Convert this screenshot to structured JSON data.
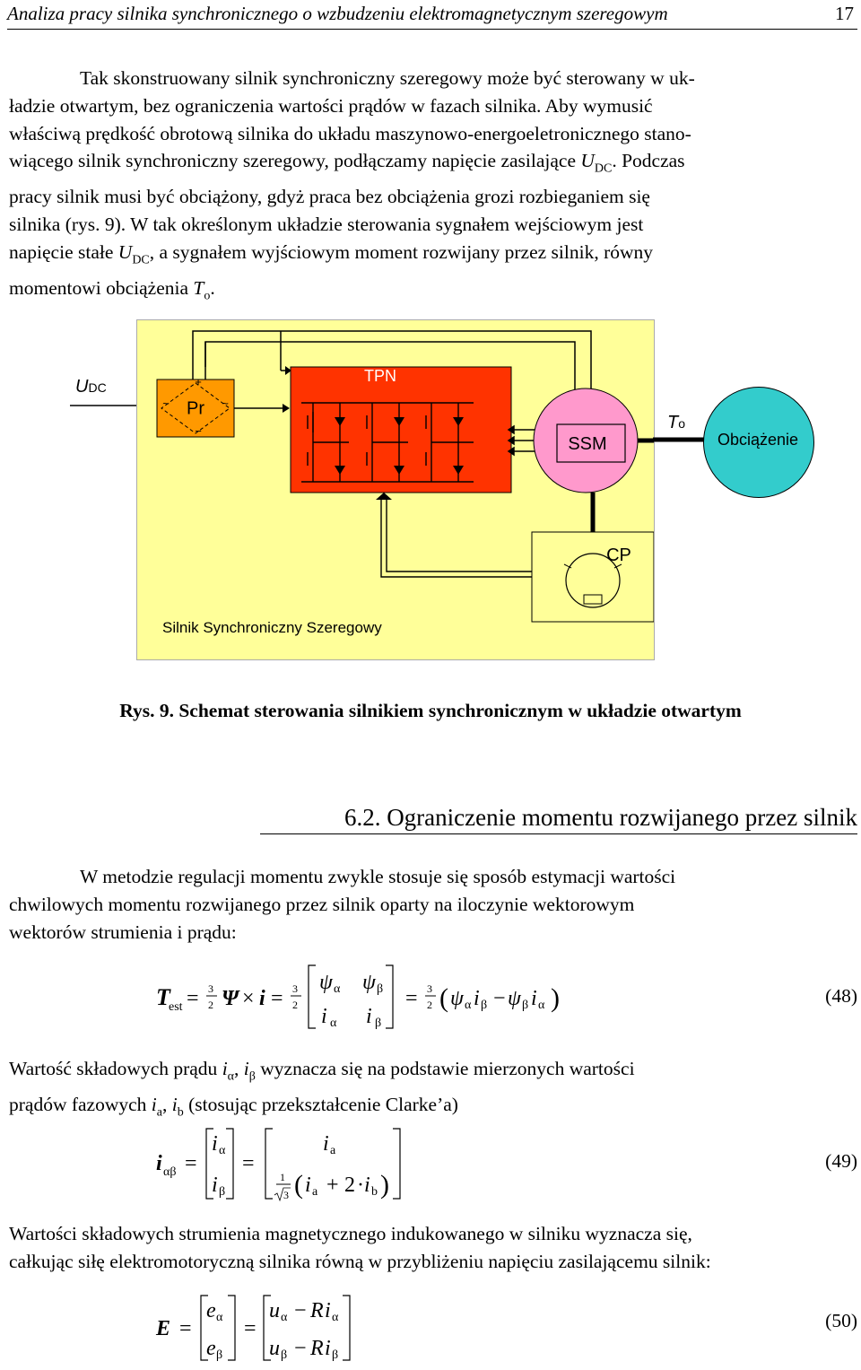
{
  "header": {
    "title": "Analiza pracy silnika synchronicznego o wzbudzeniu elektromagnetycznym szeregowym",
    "page_number": "17"
  },
  "paragraph1": {
    "line1": "Tak skonstruowany silnik synchroniczny szeregowy może być sterowany w uk-",
    "line2": "ładzie otwartym, bez ograniczenia wartości prądów w fazach silnika. Aby wymusić",
    "line3": "właściwą prędkość obrotową silnika do układu maszynowo-energoeletronicznego stano-",
    "line4a": "wiącego silnik synchroniczny szeregowy, podłączamy napięcie zasilające ",
    "line4b": ". Podczas",
    "line5": "pracy silnik musi być obciążony, gdyż praca bez obciążenia grozi rozbieganiem się",
    "line6": "silnika (rys. 9). W tak określonym układzie sterowania sygnałem wejściowym jest",
    "line7a": "napięcie stałe ",
    "line7b": ", a sygnałem wyjściowym moment rozwijany przez silnik, równy",
    "line8a": "momentowi obciążenia ",
    "line8b": "."
  },
  "symbols": {
    "U": "U",
    "DC": "DC",
    "T": "T",
    "o": "o"
  },
  "figure": {
    "udc_label_main": "U",
    "udc_label_sub": "DC",
    "rectifier_label": "Pr",
    "plus_sign": "+",
    "minus_sign": "−",
    "tilde_left": "~",
    "tilde_right": "~",
    "inverter_label": "TPN",
    "motor_label": "SSM",
    "torque_label_main": "T",
    "torque_label_sub": "o",
    "load_label": "Obciążenie",
    "sensor_label": "CP",
    "system_label": "Silnik Synchroniczny Szeregowy",
    "colors": {
      "background": "#ffff99",
      "inverter": "#ff3300",
      "motor": "#ff99cc",
      "load": "#33cccc",
      "rectifier": "#ff9900"
    }
  },
  "caption": "Rys. 9. Schemat sterowania silnikiem synchronicznym w układzie otwartym",
  "section": {
    "title": "6.2. Ograniczenie momentu rozwijanego przez silnik"
  },
  "paragraph2": {
    "line1": "W metodzie regulacji momentu zwykle stosuje się sposób estymacji wartości",
    "line2": "chwilowych momentu rozwijanego przez silnik oparty na iloczynie wektorowym",
    "line3": "wektorów strumienia i prądu:"
  },
  "eq48": {
    "number": "(48)",
    "T": "T",
    "est": "est",
    "eq": "=",
    "three": "3",
    "two": "2",
    "Psi": "Ψ",
    "times": "×",
    "i": "i",
    "psi": "ψ",
    "alpha": "α",
    "beta": "β",
    "minus": "−"
  },
  "paragraph3": {
    "line1a": "Wartość składowych prądu ",
    "line1b": " wyznacza się na podstawie mierzonych wartości",
    "line2a": "prądów fazowych ",
    "line2b": " (stosując przekształcenie Clarke’a)",
    "ia_sym": "i",
    "a": "a",
    "b": "b",
    "comma": ", "
  },
  "eq49": {
    "number": "(49)",
    "i": "i",
    "ab": "αβ",
    "alpha": "α",
    "beta": "β",
    "a": "a",
    "b": "b",
    "eq": "=",
    "one": "1",
    "three": "3",
    "plus": "+",
    "two": "2",
    "dot": "·"
  },
  "paragraph4": {
    "line1": "Wartości składowych strumienia magnetycznego indukowanego w silniku wyznacza się,",
    "line2": "całkując siłę elektromotoryczną silnika równą w przybliżeniu napięciu zasilającemu silnik:"
  },
  "eq50": {
    "number": "(50)",
    "E": "E",
    "eq": "=",
    "e": "e",
    "u": "u",
    "R": "R",
    "i": "i",
    "alpha": "α",
    "beta": "β",
    "minus": "−"
  }
}
